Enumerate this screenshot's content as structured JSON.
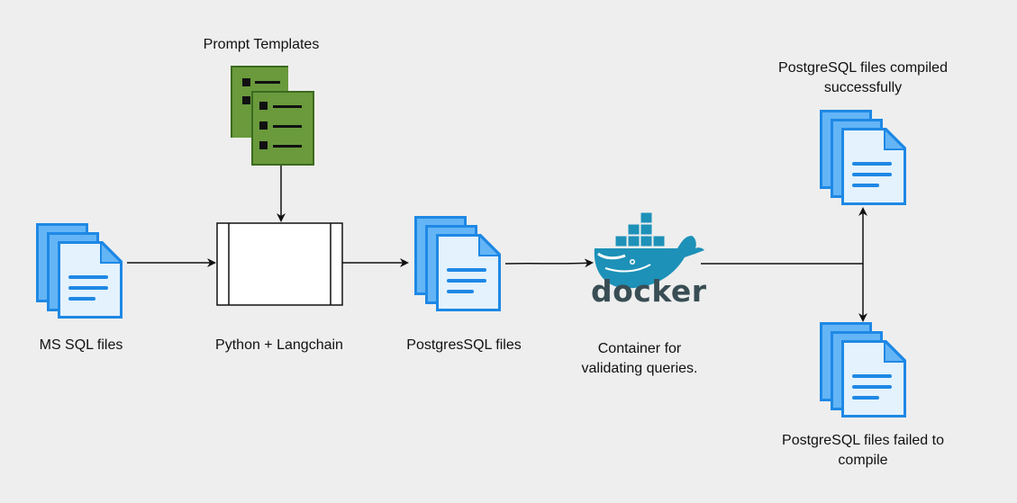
{
  "labels": {
    "prompt_templates": "Prompt Templates",
    "ms_sql_files": "MS SQL files",
    "python_langchain": "Python + Langchain",
    "postgres_files": "PostgresSQL files",
    "container_line1": "Container for",
    "container_line2": "validating queries.",
    "success_line1": "PostgreSQL files compiled",
    "success_line2": "successfully",
    "failed_line1": "PostgreSQL files failed to",
    "failed_line2": "compile"
  },
  "docker": {
    "wordmark": "docker"
  },
  "colors": {
    "background": "#eeeeee",
    "doc_dark": "#1e88e5",
    "doc_mid": "#64b5f6",
    "doc_light": "#e3f2fd",
    "doc_lines": "#1e88e5",
    "template_green": "#6a9a3c",
    "template_dark": "#3c6a1e",
    "docker_blue": "#1d91b8",
    "docker_text": "#394d54",
    "arrow": "#111111"
  }
}
